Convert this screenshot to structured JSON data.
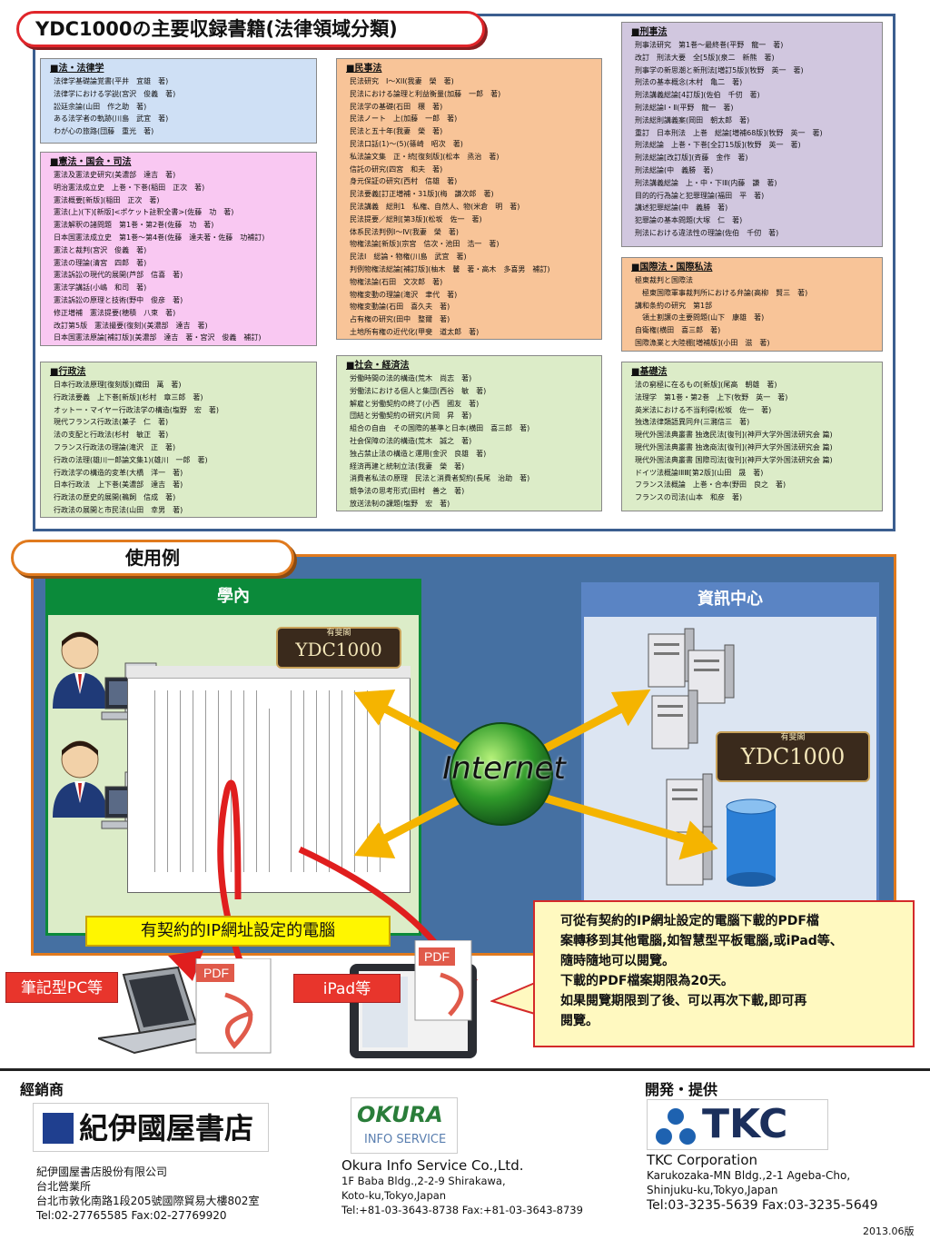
{
  "catalog": {
    "title": "YDC1000の主要収録書籍(法律領域分類)",
    "basic": {
      "title": "■法・法律学",
      "items": [
        "法律学基礎論覚書(平井　宜雄　著)",
        "法律学における学説(宮沢　俊義　著)",
        "訟廷余論(山田　作之助　著)",
        "ある法学者の軌跡(川島　武宜　著)",
        "わが心の旅路(団藤　重光　著)"
      ]
    },
    "constitution": {
      "title": "■憲法・国会・司法",
      "items": [
        "憲法及憲法史研究(美濃部　達吉　著)",
        "明治憲法成立史　上巻・下巻(稲田　正次　著)",
        "憲法概要[新版](稲田　正次　著)",
        "憲法(上)(下)[新版]<ポケット註釈全書>(佐藤　功　著)",
        "憲法解釈の諸問題　第1巻・第2巻(佐藤　功　著)",
        "日本国憲法成立史　第1巻～第4巻(佐藤　達夫著・佐藤　功補訂)",
        "憲法と裁判(宮沢　俊義　著)",
        "憲法の理論(清宮　四郎　著)",
        "憲法訴訟の現代的展開(芦部　信喜　著)",
        "憲法学講話(小嶋　和司　著)",
        "憲法訴訟の原理と技術(野中　俊彦　著)",
        "修正増補　憲法提要(穂積　八束　著)",
        "改訂第5版　憲法撮要(復刻)(美濃部　達吉　著)",
        "日本国憲法原論[補訂版](美濃部　達吉　著・宮沢　俊義　補訂)"
      ]
    },
    "administrative": {
      "title": "■行政法",
      "items": [
        "日本行政法原理[復刻版](織田　萬　著)",
        "行政法要義　上下巻[新版](杉村　章三郎　著)",
        "オットー・マイヤー行政法学の構造(塩野　宏　著)",
        "現代フランス行政法(兼子　仁　著)",
        "法の支配と行政法(杉村　敏正　著)",
        "フランス行政法の理論(滝沢　正　著)",
        "行政の法理(雄川一郎論文集1)(雄川　一郎　著)",
        "行政法学の構造的変革(大橋　洋一　著)",
        "日本行政法　上下巻(美濃部　達吉　著)",
        "行政法の歴史的展開(鵜飼　信成　著)",
        "行政法の展開と市民法(山田　幸男　著)"
      ]
    },
    "civil": {
      "title": "■民事法",
      "items": [
        "民法研究　Ⅰ～XII(我妻　榮　著)",
        "民法における論理と利益衡量(加藤　一郎　著)",
        "民法学の基礎(石田　穣　著)",
        "民法ノート　上(加藤　一郎　著)",
        "民法と五十年(我妻　榮　著)",
        "民法口話(1)～(5)(篠崎　昭次　著)",
        "私法論文集　正・続[復刻版](松本　烝治　著)",
        "信託の研究(四宮　和夫　著)",
        "身元保証の研究(西村　信雄　著)",
        "民法要義[訂正増補・31版](梅　謙次郎　著)",
        "民法講義　総則1　私権、自然人、物(米倉　明　著)",
        "民法提要／総則[第3版](松坂　佐一　著)",
        "体系民法判例Ⅰ～Ⅳ(我妻　榮　著)",
        "物権法論[新版](宗宮　信次・池田　浩一　著)",
        "民法Ⅰ　総論・物権(川島　武宜　著)",
        "判例物権法総論[補訂版](柚木　馨　著・高木　多喜男　補訂)",
        "物権法論(石田　文次郎　著)",
        "物権変動の理論(滝沢　聿代　著)",
        "物権変動論(石田　喜久夫　著)",
        "占有権の研究(田中　整爾　著)",
        "土地所有権の近代化(甲斐　道太郎　著)"
      ]
    },
    "social": {
      "title": "■社会・経済法",
      "items": [
        "労働時間の法的構造(荒木　尚志　著)",
        "労働法における個人と集団(西谷　敏　著)",
        "解雇と労働契約の終了(小西　國友　著)",
        "団結と労働契約の研究(片岡　昇　著)",
        "組合の自由　その国際的基準と日本(横田　喜三郎　著)",
        "社会保障の法的構造(荒木　誠之　著)",
        "独占禁止法の構造と運用(金沢　良雄　著)",
        "経済再建と統制立法(我妻　榮　著)",
        "消費者私法の原理　民法と消費者契約(長尾　治助　著)",
        "競争法の思考形式(田村　善之　著)",
        "放送法制の課題(塩野　宏　著)"
      ]
    },
    "criminal": {
      "title": "■刑事法",
      "items": [
        "刑事法研究　第1巻～最終巻(平野　龍一　著)",
        "改訂　刑法大要　全[5版](泉二　新熊　著)",
        "刑事学の新思潮と新刑法[増訂5版](牧野　英一　著)",
        "刑法の基本概念(木村　亀二　著)",
        "刑法講義総論[4訂版](佐伯　千仞　著)",
        "刑法総論Ⅰ・Ⅱ(平野　龍一　著)",
        "刑法総則講義案(岡田　朝太郎　著)",
        "重訂　日本刑法　上巻　総論[増補68版](牧野　英一　著)",
        "刑法総論　上巻・下巻[全訂15版](牧野　英一　著)",
        "刑法総論[改訂版](斉藤　金作　著)",
        "刑法総論(中　義勝　著)",
        "刑法講義総論　上・中・下ⅠⅡ(内藤　謙　著)",
        "目的的行為論と犯罪理論(福田　平　著)",
        "講述犯罪総論(中　義勝　著)",
        "犯罪論の基本問題(大塚　仁　著)",
        "刑法における違法性の理論(佐伯　千仞　著)"
      ]
    },
    "international": {
      "title": "■国際法・国際私法",
      "items": [
        "極東裁判と国際法",
        "　極東国際軍事裁判所における弁論(高柳　賢三　著)",
        "講和条約の研究　第1部",
        "　領土割譲の主要問題(山下　康雄　著)",
        "自衛権(横田　喜三郎　著)",
        "国際漁業と大陸棚[増補版](小田　滋　著)"
      ]
    },
    "foundation": {
      "title": "■基礎法",
      "items": [
        "法の窮極に在るもの[新版](尾高　朝雄　著)",
        "法理学　第1巻・第2巻　上下(牧野　英一　著)",
        "英米法における不当利得(松坂　佐一　著)",
        "独逸法律類語異同弁(三瀦信三　著)",
        "現代外国法典叢書 独逸民法[復刊](神戸大学外国法研究会 篇)",
        "現代外国法典叢書 独逸商法[復刊](神戸大学外国法研究会 篇)",
        "現代外国法典叢書 国際司法[復刊](神戸大学外国法研究会 篇)",
        "ドイツ法概論ⅠⅡⅢ[第2版](山田　晟　著)",
        "フランス法概論　上巻・合本(野田　良之　著)",
        "フランスの司法(山本　和彦　著)"
      ]
    }
  },
  "usage": {
    "title": "使用例",
    "campus_label": "學內",
    "center_label": "資訊中心",
    "badge_small": "有斐閣",
    "badge_main": "YDC1000",
    "internet_label": "Internet",
    "ip_pc_label": "有契約的IP網址設定的電腦",
    "notebook_label": "筆記型PC等",
    "ipad_label": "iPad等",
    "pdf_icon_text": "PDF",
    "callout_lines": [
      "可從有契約的IP網址設定的電腦下載的PDF檔",
      "案轉移到其他電腦,如智慧型平板電腦,或iPad等、",
      "隨時隨地可以閱覽。",
      "下載的PDF檔案期限為20天。",
      "如果閱覽期限到了後、可以再次下載,即可再",
      "閱覽。"
    ]
  },
  "footer": {
    "distributor_head": "經銷商",
    "kinokuniya_logo": "紀伊國屋書店",
    "kinokuniya_lines": [
      "紀伊國屋書店股份有限公司",
      "台北營業所",
      "台北市敦化南路1段205號國際貿易大樓802室",
      "Tel:02-27765585 Fax:02-27769920"
    ],
    "okura_logo_main": "OKURA",
    "okura_logo_sub": "INFO SERVICE",
    "okura_name": "Okura Info Service  Co.,Ltd.",
    "okura_lines": [
      "1F Baba Bldg.,2-2-9 Shirakawa,",
      "Koto-ku,Tokyo,Japan",
      "Tel:+81-03-3643-8738 Fax:+81-03-3643-8739"
    ],
    "dev_head": "開発・提供",
    "tkc_logo": "TKC",
    "tkc_name": "TKC Corporation",
    "tkc_lines": [
      "Karukozaka-MN Bldg.,2-1 Ageba-Cho,",
      "Shinjuku-ku,Tokyo,Japan",
      "Tel:03-3235-5639 Fax:03-3235-5649"
    ],
    "version": "2013.06版"
  },
  "colors": {
    "accent_red": "#e0252a",
    "frame_blue": "#3b5e8f",
    "usage_bg": "#4570a2",
    "campus_green": "#0b8a3a",
    "center_blue": "#5a84c4",
    "highlight_yellow": "#fff600"
  }
}
